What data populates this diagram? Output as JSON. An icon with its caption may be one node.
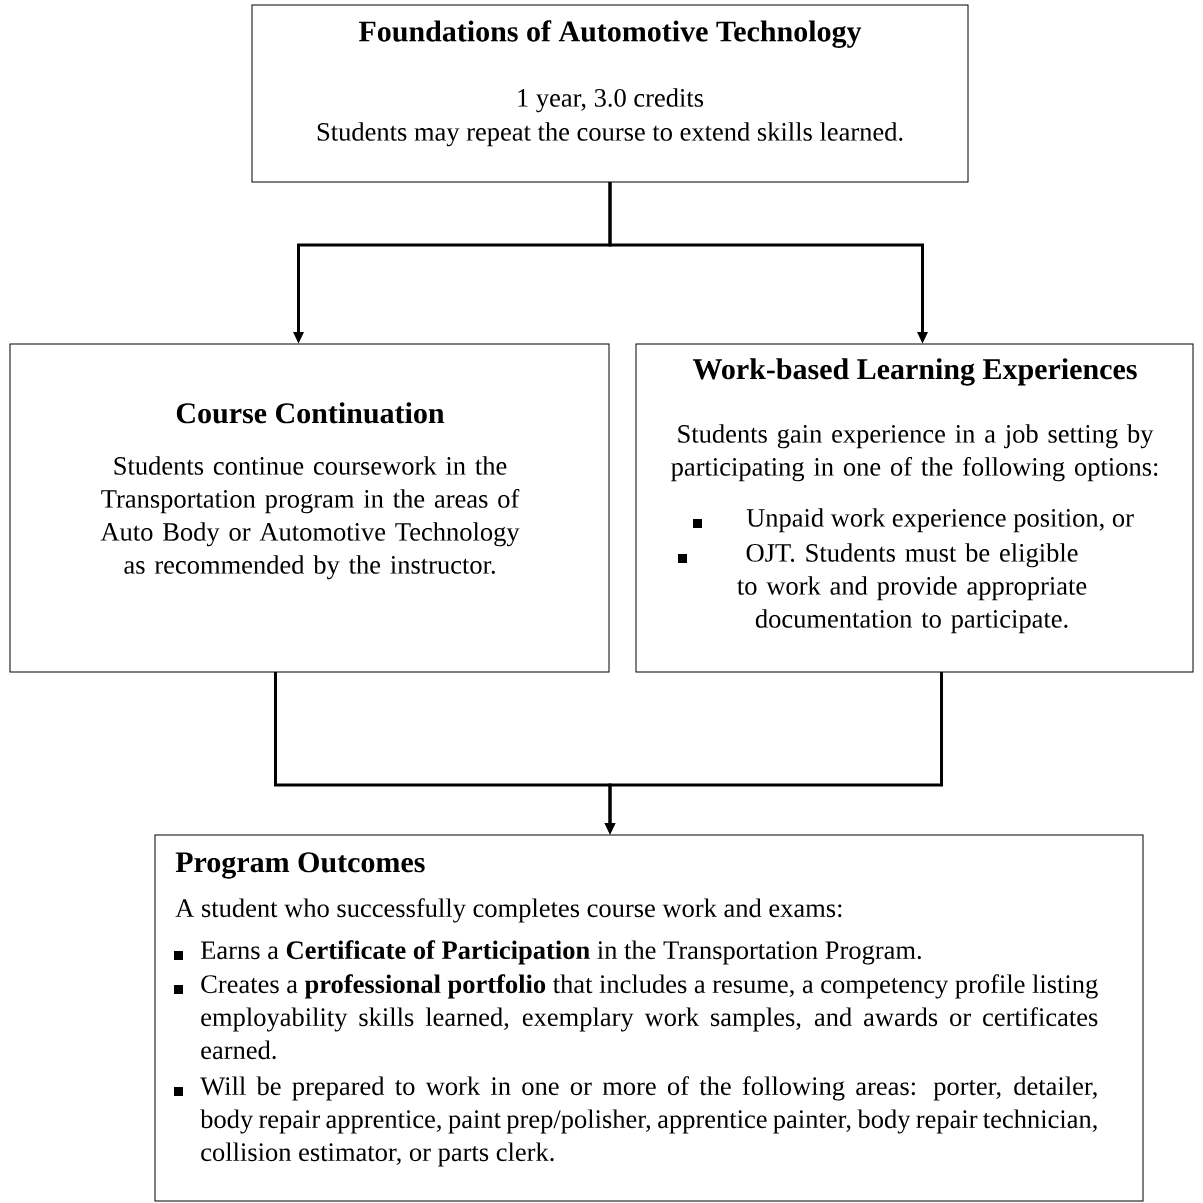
{
  "diagram": {
    "nodes": [
      {
        "text": [
          "Foundations of Automotive Technology",
          "1 year, 3.0 credits",
          "Students may repeat the course to extend skills learned."
        ]
      },
      {
        "text": [
          "Course Continuation",
          "Students continue coursework in the Transportation program in the areas of Auto Body or Automotive Technology as recommended by the instructor."
        ]
      },
      {
        "text": [
          "Work-based Learning Experiences",
          "Students gain experience in a job setting by participating in one of the following options:",
          "Unpaid work experience position, or",
          "OJT. Students must be eligible to work and provide appropriate documentation to participate."
        ]
      },
      {
        "text": [
          "Program Outcomes",
          "A student who successfully completes course work and exams:",
          "Earns a **Certificate of Participation** in the Transportation Program.",
          "Creates a **professional portfolio** that includes a resume, a competency profile listing employability skills learned, exemplary work samples, and awards or certificates earned.",
          "Will be prepared to work in one or more of the following areas:  porter, detailer, body repair apprentice, paint prep/polisher, apprentice painter, body repair technician, collision estimator, or parts clerk."
        ]
      }
    ],
    "edges": [
      {
        "from": 0,
        "to": 1,
        "arrow": "to"
      },
      {
        "from": 0,
        "to": 2,
        "arrow": "to"
      },
      {
        "from": 1,
        "to": 3,
        "arrow": "to"
      },
      {
        "from": 2,
        "to": 3,
        "arrow": "to"
      }
    ]
  }
}
